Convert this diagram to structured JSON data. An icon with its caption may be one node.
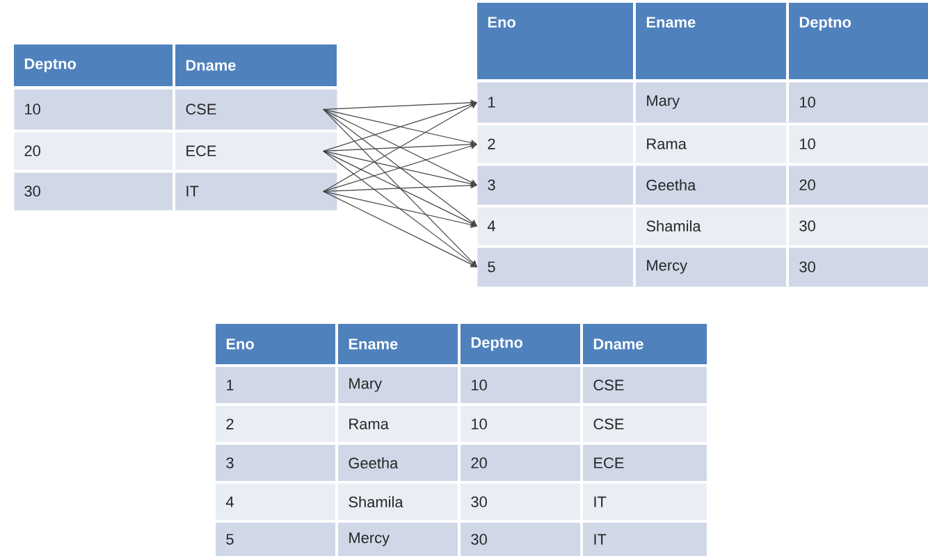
{
  "diagram": {
    "nodes": [
      {
        "text": [
          "10",
          "CSE"
        ]
      },
      {
        "text": [
          "20",
          "ECE"
        ]
      },
      {
        "text": [
          "30",
          "IT"
        ]
      },
      {
        "text": [
          "1",
          "Mary",
          "10"
        ]
      },
      {
        "text": [
          "2",
          "Rama",
          "10"
        ]
      },
      {
        "text": [
          "3",
          "Geetha",
          "20"
        ]
      },
      {
        "text": [
          "4",
          "Shamila",
          "30"
        ]
      },
      {
        "text": [
          "5",
          "Mercy",
          "30"
        ]
      }
    ],
    "edges": [
      {
        "from": 0,
        "to": 3,
        "arrow": "to"
      },
      {
        "from": 0,
        "to": 4,
        "arrow": "to"
      },
      {
        "from": 0,
        "to": 5,
        "arrow": "to"
      },
      {
        "from": 0,
        "to": 6,
        "arrow": "to"
      },
      {
        "from": 0,
        "to": 7,
        "arrow": "to"
      },
      {
        "from": 1,
        "to": 3,
        "arrow": "to"
      },
      {
        "from": 1,
        "to": 4,
        "arrow": "to"
      },
      {
        "from": 1,
        "to": 5,
        "arrow": "to"
      },
      {
        "from": 1,
        "to": 6,
        "arrow": "to"
      },
      {
        "from": 1,
        "to": 7,
        "arrow": "to"
      },
      {
        "from": 2,
        "to": 3,
        "arrow": "to"
      },
      {
        "from": 2,
        "to": 4,
        "arrow": "to"
      },
      {
        "from": 2,
        "to": 5,
        "arrow": "to"
      },
      {
        "from": 2,
        "to": 6,
        "arrow": "to"
      },
      {
        "from": 2,
        "to": 7,
        "arrow": "to"
      }
    ],
    "labels": [
      "Eno",
      "Ename",
      "Deptno",
      "Deptno",
      "Dname",
      "Eno",
      "Ename",
      "Deptno",
      "Dname",
      "1",
      "Mary",
      "10",
      "CSE",
      "2",
      "Rama",
      "10",
      "CSE",
      "3",
      "Geetha",
      "20",
      "ECE",
      "4",
      "Shamila",
      "30",
      "IT",
      "5",
      "Mercy",
      "30",
      "IT"
    ]
  }
}
